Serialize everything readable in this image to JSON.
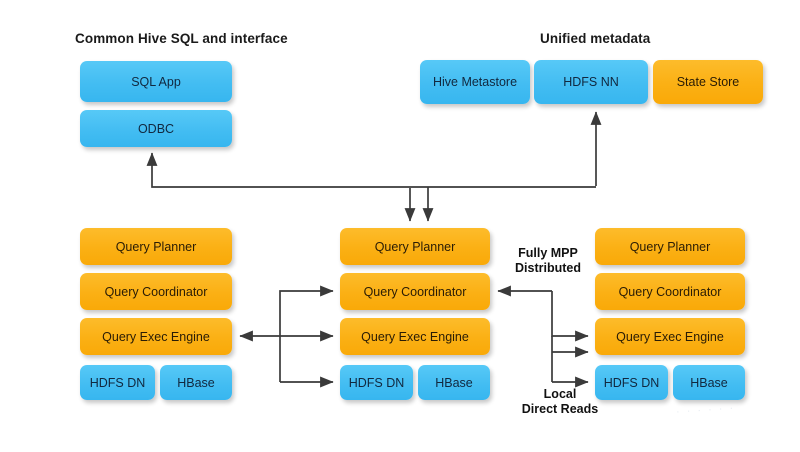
{
  "diagram": {
    "title_left": "Common Hive SQL and interface",
    "title_right": "Unified metadata",
    "colors": {
      "blue": "#43bdf2",
      "orange": "#fbb014",
      "arrow": "#3a3a3a",
      "text_dark": "#1a1a1a"
    }
  },
  "client_stack": {
    "boxes": [
      {
        "label": "SQL App",
        "color": "blue"
      },
      {
        "label": "ODBC",
        "color": "blue"
      }
    ]
  },
  "metadata_stack": {
    "boxes": [
      {
        "label": "Hive\nMetastore",
        "color": "blue"
      },
      {
        "label": "HDFS NN",
        "color": "blue"
      },
      {
        "label": "State\nStore",
        "color": "orange"
      }
    ]
  },
  "nodes": [
    {
      "id": "node-left",
      "boxes": [
        {
          "label": "Query Planner",
          "color": "orange"
        },
        {
          "label": "Query Coordinator",
          "color": "orange"
        },
        {
          "label": "Query Exec Engine",
          "color": "orange"
        },
        {
          "label": "HDFS DN",
          "color": "blue"
        },
        {
          "label": "HBase",
          "color": "blue"
        }
      ]
    },
    {
      "id": "node-center",
      "boxes": [
        {
          "label": "Query Planner",
          "color": "orange"
        },
        {
          "label": "Query Coordinator",
          "color": "orange"
        },
        {
          "label": "Query Exec Engine",
          "color": "orange"
        },
        {
          "label": "HDFS DN",
          "color": "blue"
        },
        {
          "label": "HBase",
          "color": "blue"
        }
      ]
    },
    {
      "id": "node-right",
      "boxes": [
        {
          "label": "Query Planner",
          "color": "orange"
        },
        {
          "label": "Query Coordinator",
          "color": "orange"
        },
        {
          "label": "Query Exec Engine",
          "color": "orange"
        },
        {
          "label": "HDFS DN",
          "color": "blue"
        },
        {
          "label": "HBase",
          "color": "blue"
        }
      ]
    }
  ],
  "annotations": {
    "mpp": "Fully MPP\nDistributed",
    "local_reads": "Local\nDirect Reads"
  },
  "watermark": "· · · · · ·"
}
